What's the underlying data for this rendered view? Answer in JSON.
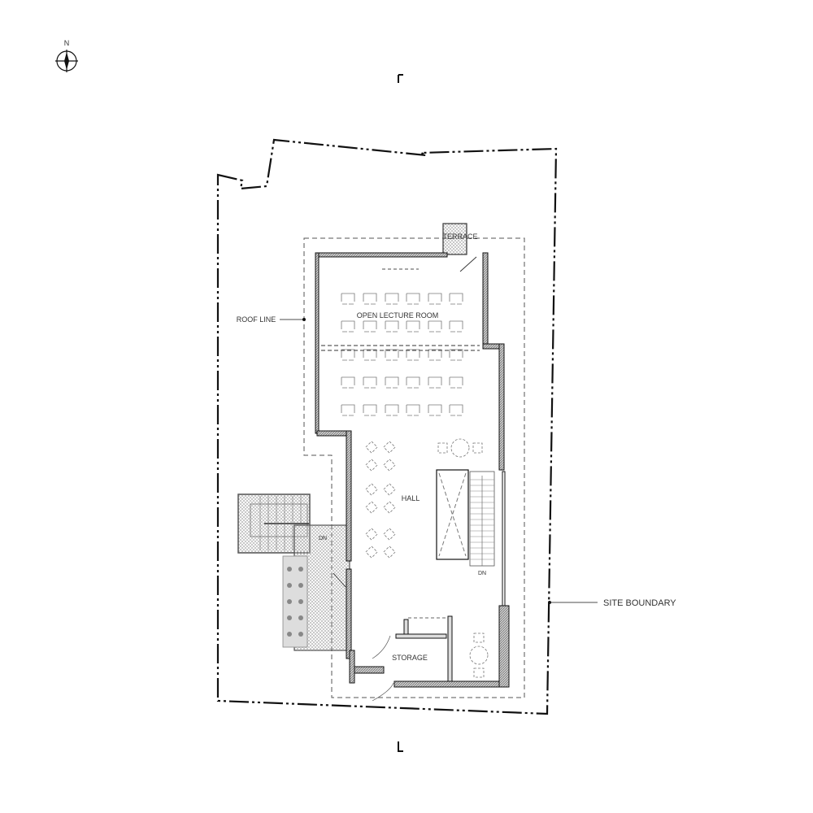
{
  "plan": {
    "north_label": "N",
    "rooms": {
      "terrace": "TERRACE",
      "lecture": "OPEN LECTURE ROOM",
      "hall": "HALL",
      "storage": "STORAGE"
    },
    "annotations": {
      "roof_line": "ROOF LINE",
      "site_boundary": "SITE BOUNDARY",
      "down_outside": "DN",
      "down_inside": "DN"
    },
    "colors": {
      "line": "#111111",
      "wall_fill": "#bdbdbd",
      "hatch": "#9a9a9a",
      "furniture": "#777777"
    }
  }
}
